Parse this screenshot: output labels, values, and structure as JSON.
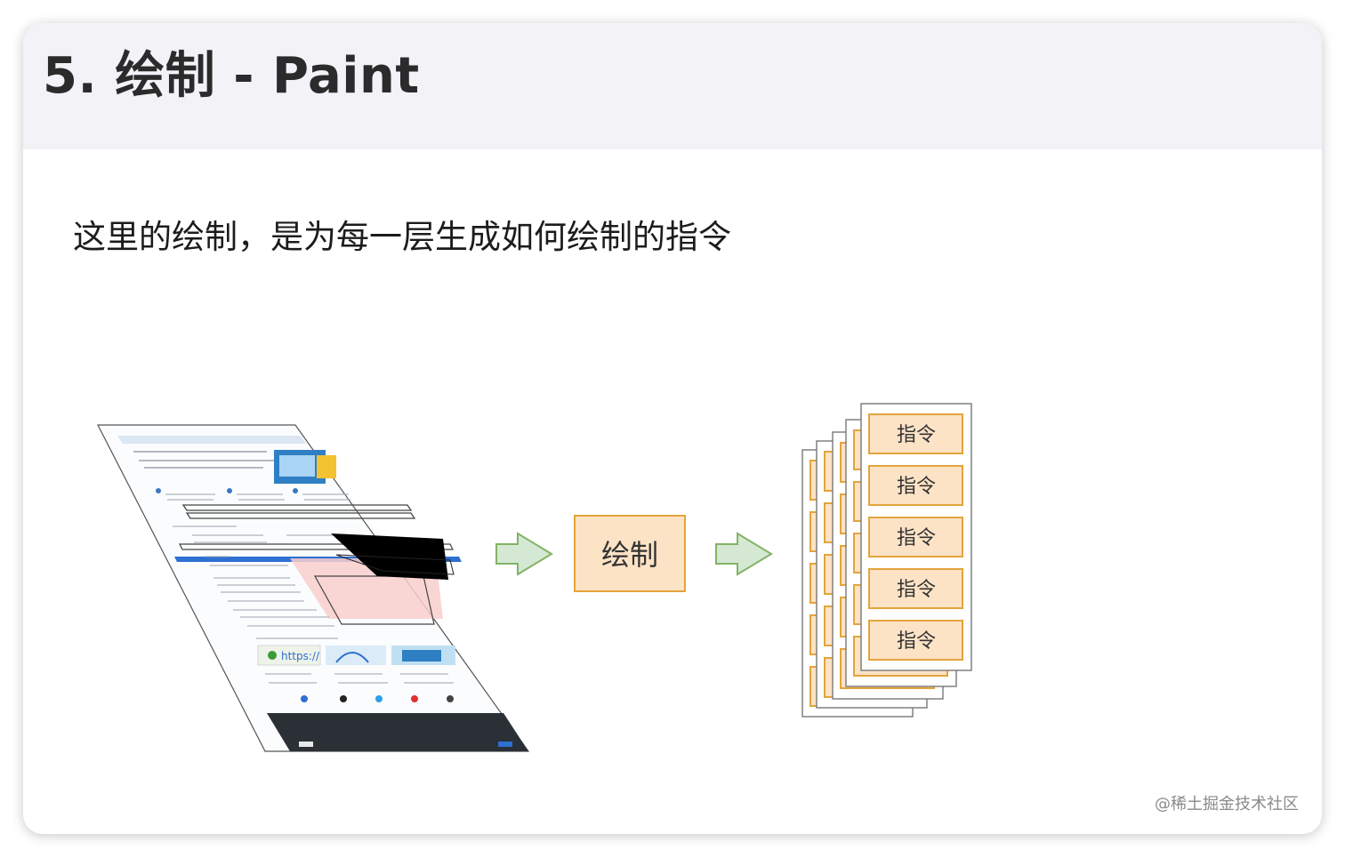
{
  "slide": {
    "title": "5. 绘制 - Paint",
    "subtitle": "这里的绘制，是为每一层生成如何绘制的指令"
  },
  "diagram": {
    "process_label": "绘制",
    "instruction_label": "指令",
    "instruction_labels": [
      "指令",
      "指令",
      "指令",
      "指令",
      "指令"
    ],
    "webpage_link_text": "https://"
  },
  "watermark": "@稀土掘金技术社区",
  "colors": {
    "header_bg": "#f2f2f7",
    "box_fill": "#fde3c6",
    "box_stroke": "#e3a43c",
    "arrow_fill": "#d5e8d4",
    "arrow_stroke": "#82b366",
    "layer_pink": "#f8cecc"
  }
}
